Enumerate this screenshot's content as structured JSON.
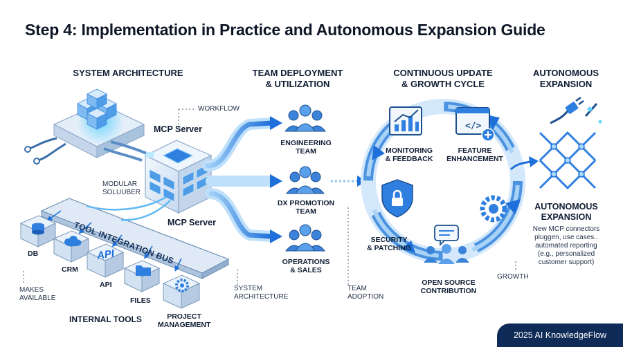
{
  "title": "Step 4: Implementation in Practice and Autonomous Expansion Guide",
  "sections": {
    "architecture": "SYSTEM ARCHITECTURE",
    "deployment_line1": "TEAM DEPLOYMENT",
    "deployment_line2": "& UTILIZATION",
    "cycle_line1": "CONTINUOUS UPDATE",
    "cycle_line2": "& GROWTH CYCLE",
    "autonomous_line1": "AUTONOMOUS",
    "autonomous_line2": "EXPANSION"
  },
  "architecture": {
    "workflow": "WORKFLOW",
    "mcp_server_top": "MCP Server",
    "modular_line1": "MODULAR",
    "modular_line2": "SOLUUBER",
    "bus_label": "TOOL INTEGRATION BUS",
    "mcp_server_bottom": "MCP Server",
    "tools": {
      "db": "DB",
      "crm": "CRM",
      "api_icon": "API",
      "api": "API",
      "files": "FILES",
      "pm_line1": "PROJECT",
      "pm_line2": "MANAGEMENT"
    },
    "makes_line1": "MAKES",
    "makes_line2": "AVAILABLE",
    "internal_tools": "INTERNAL TOOLS",
    "system_line1": "SYSTEM",
    "system_line2": "ARCHITECTURE"
  },
  "teams": {
    "eng_line1": "ENGINEERING",
    "eng_line2": "TEAM",
    "dx_line1": "DX PROMOTION",
    "dx_line2": "TEAM",
    "ops_line1": "OPERATIONS",
    "ops_line2": "& SALES",
    "adoption_line1": "TEAM",
    "adoption_line2": "ADOPTION"
  },
  "cycle": {
    "monitor_line1": "MONITORING",
    "monitor_line2": "& FEEDBACK",
    "feature_line1": "FEATURE",
    "feature_line2": "ENHANCEMENT",
    "security_line1": "SECURITY",
    "security_line2": "& PATCHING",
    "oss_line1": "OPEN SOURCE",
    "oss_line2": "CONTRIBUTION",
    "growth": "GROWTH"
  },
  "autonomous": {
    "heading_line1": "AUTONOMOUS",
    "heading_line2": "EXPANSION",
    "desc_line1": "New MCP connectors",
    "desc_line2": "pluggen, use cases..",
    "desc_line3": "automated reporting",
    "desc_line4": "(e.g., personalized",
    "desc_line5": "customer support)"
  },
  "footer": "2025 AI KnowledgeFlow",
  "colors": {
    "primary": "#1e6fd9",
    "light": "#8cc4f5",
    "navy": "#0e2a57",
    "ink": "#0f1d33"
  }
}
